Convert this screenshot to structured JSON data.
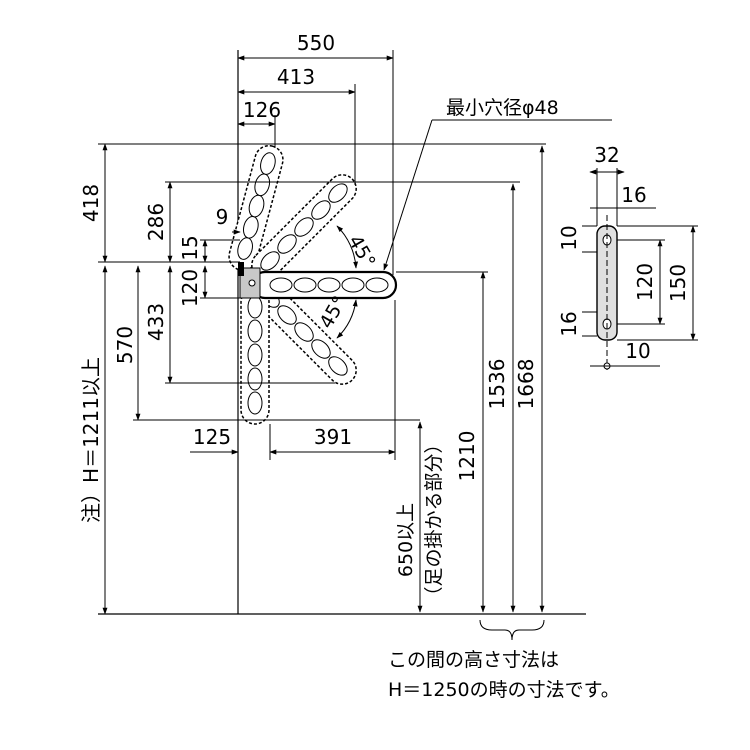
{
  "diagram": {
    "top_dims": {
      "overall_width": "550",
      "mid_width": "413",
      "small_width": "126"
    },
    "callout_hole": "最小穴径φ48",
    "left_dims": {
      "d418": "418",
      "d286": "286",
      "d9": "9",
      "d15": "15",
      "d120": "120",
      "d433": "433",
      "d570": "570"
    },
    "angles": {
      "upper": "45°",
      "lower": "45°"
    },
    "bottom_dims": {
      "d125": "125",
      "d391": "391"
    },
    "vertical_dims": {
      "d1210": "1210",
      "d1536": "1536",
      "d1668": "1668"
    },
    "note_h": "注）H＝1211以上",
    "leg_clearance": "650以上",
    "leg_note": "（足の掛かる部分）",
    "bottom_note": [
      "この間の高さ寸法は",
      "H＝1250の時の寸法です。"
    ],
    "bracket_dims": {
      "d32": "32",
      "d16_top": "16",
      "d10_left": "10",
      "d120": "120",
      "d150": "150",
      "d16_left": "16",
      "d10_bottom": "10"
    }
  }
}
